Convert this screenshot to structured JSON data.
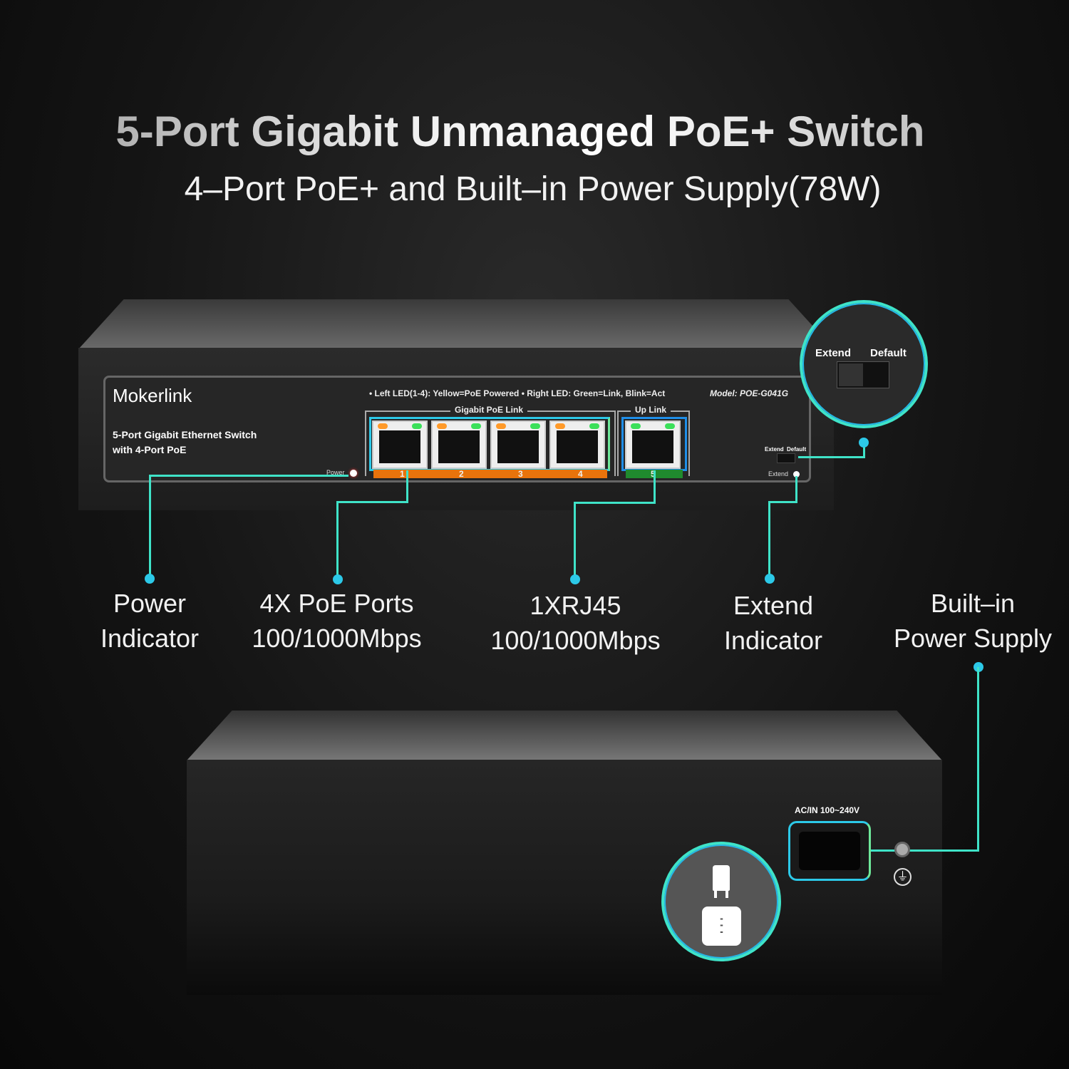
{
  "header": {
    "title": "5-Port Gigabit Unmanaged PoE+ Switch",
    "subtitle": "4–Port  PoE+ and Built–in Power Supply(78W)"
  },
  "front_panel": {
    "brand": "Mokerlink",
    "desc1": "5-Port Gigabit Ethernet Switch",
    "desc2": "with 4-Port PoE",
    "led_note": "• Left LED(1-4): Yellow=PoE Powered  • Right LED: Green=Link, Blink=Act",
    "model": "Model: POE-G041G",
    "poe_group": "Gigabit PoE Link",
    "uplink_group": "Up Link",
    "ports": [
      "1",
      "2",
      "3",
      "4",
      "5"
    ],
    "power_label": "Power",
    "switch_extend": "Extend",
    "switch_default": "Default",
    "extend_led": "Extend"
  },
  "zoom_switch": {
    "extend": "Extend",
    "default": "Default"
  },
  "callouts": [
    {
      "line1": "Power",
      "line2": "Indicator"
    },
    {
      "line1": "4X PoE Ports",
      "line2": "100/1000Mbps"
    },
    {
      "line1": "1XRJ45",
      "line2": "100/1000Mbps"
    },
    {
      "line1": "Extend",
      "line2": "Indicator"
    },
    {
      "line1": "Built–in",
      "line2": "Power Supply"
    }
  ],
  "back_panel": {
    "ac_label": "AC/IN 100~240V"
  },
  "colors": {
    "accent": "#3fe3c8",
    "accent2": "#24b8e8",
    "poe_bar": "#e8730c",
    "uplink_bar": "#1f8a2e",
    "led_yellow": "#ff9a2a",
    "led_green": "#3be05a"
  }
}
